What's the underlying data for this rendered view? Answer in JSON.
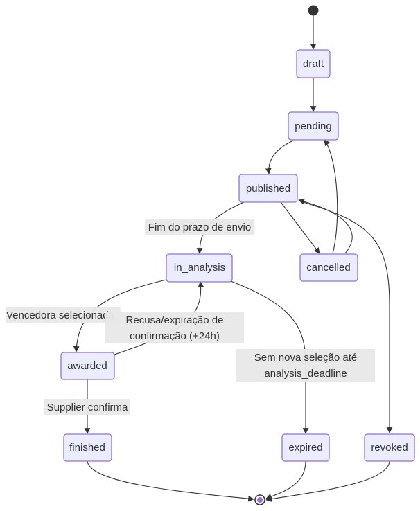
{
  "states": {
    "draft": "draft",
    "pending": "pending",
    "published": "published",
    "cancelled": "cancelled",
    "in_analysis": "in_analysis",
    "awarded": "awarded",
    "finished": "finished",
    "expired": "expired",
    "revoked": "revoked"
  },
  "transitions": {
    "fim_prazo": "Fim do prazo de envio",
    "vencedora": "Vencedora selecionada",
    "recusa_line1": "Recusa/expiração de",
    "recusa_line2": "confirmação (+24h)",
    "sem_selecao_line1": "Sem nova seleção até",
    "sem_selecao_line2": "analysis_deadline",
    "supplier": "Supplier confirma"
  },
  "colors": {
    "node_fill": "#ECECFF",
    "node_border": "#9370DB",
    "edge": "#333333",
    "label_bg": "#E8E8E8"
  }
}
